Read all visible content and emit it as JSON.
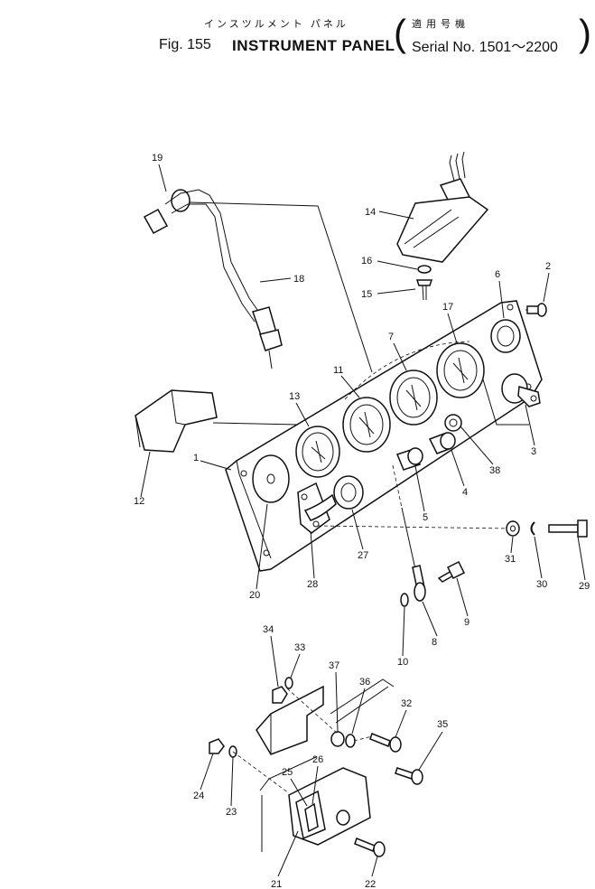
{
  "header": {
    "jp_title": "インスツルメント パネル",
    "fig_label": "Fig. 155",
    "title": "INSTRUMENT PANEL",
    "jp_applicability": "適用号機",
    "serial": "Serial No. 1501～2200"
  },
  "callouts": {
    "c1": "1",
    "c2": "2",
    "c3": "3",
    "c4": "4",
    "c5": "5",
    "c6": "6",
    "c7": "7",
    "c8": "8",
    "c9": "9",
    "c10": "10",
    "c11": "11",
    "c12": "12",
    "c13": "13",
    "c14": "14",
    "c15": "15",
    "c16": "16",
    "c17": "17",
    "c18": "18",
    "c19": "19",
    "c20": "20",
    "c21": "21",
    "c22": "22",
    "c23": "23",
    "c24": "24",
    "c25": "25",
    "c26": "26",
    "c27": "27",
    "c28": "28",
    "c29": "29",
    "c30": "30",
    "c31": "31",
    "c32": "32",
    "c33": "33",
    "c34": "34",
    "c35": "35",
    "c36": "36",
    "c37": "37",
    "c38": "38"
  }
}
